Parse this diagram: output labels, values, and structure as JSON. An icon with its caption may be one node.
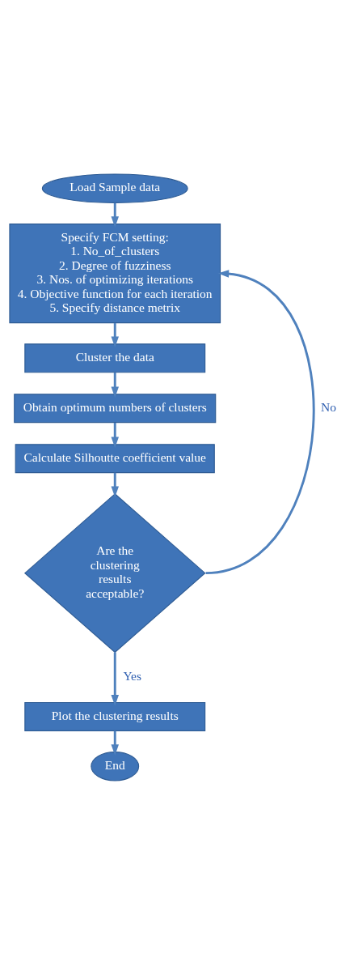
{
  "diagram": {
    "nodes": [
      {
        "text": [
          "Load Sample data"
        ]
      },
      {
        "text": [
          "Specify FCM setting:",
          "1. No_of_clusters",
          "2. Degree of fuzziness",
          "3. Nos. of optimizing iterations",
          "4. Objective function for each iteration",
          "5. Specify distance metrix"
        ]
      },
      {
        "text": [
          "Cluster the data"
        ]
      },
      {
        "text": [
          "Obtain optimum numbers of clusters"
        ]
      },
      {
        "text": [
          "Calculate Silhoutte coefficient value"
        ]
      },
      {
        "text": [
          "Are the clustering results acceptable?"
        ]
      },
      {
        "text": [
          "Plot the clustering results"
        ]
      },
      {
        "text": [
          "End"
        ]
      }
    ],
    "edges": [
      {
        "from": 0,
        "to": 1,
        "arrow": "to"
      },
      {
        "from": 1,
        "to": 2,
        "arrow": "to"
      },
      {
        "from": 2,
        "to": 3,
        "arrow": "to"
      },
      {
        "from": 3,
        "to": 4,
        "arrow": "to"
      },
      {
        "from": 4,
        "to": 5,
        "arrow": "to"
      },
      {
        "from": 5,
        "to": 6,
        "arrow": "to",
        "label": "Yes"
      },
      {
        "from": 6,
        "to": 7,
        "arrow": "to"
      },
      {
        "from": 5,
        "to": 1,
        "arrow": "to",
        "label": "No"
      }
    ]
  }
}
